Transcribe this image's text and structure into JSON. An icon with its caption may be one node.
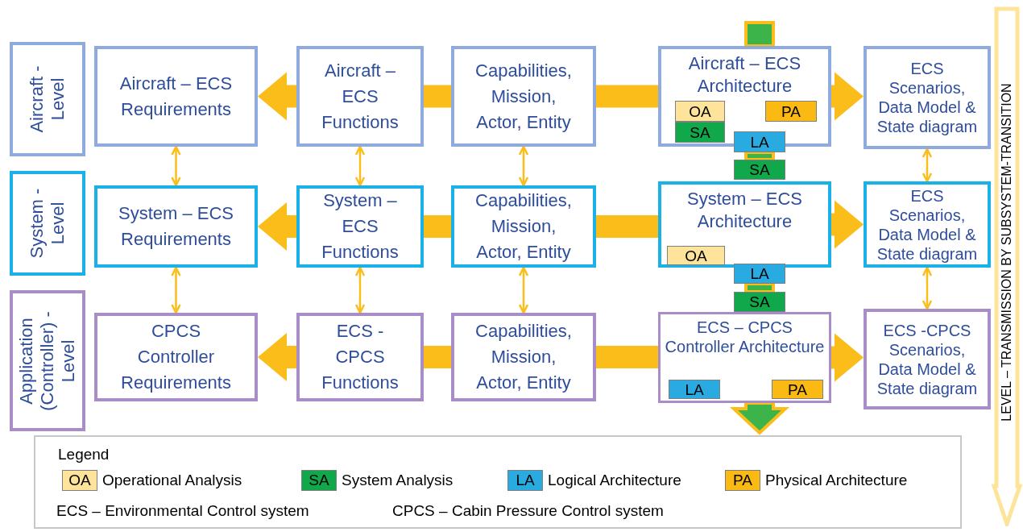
{
  "diagram": {
    "nodes": [
      {
        "text": [
          "Aircraft - Level"
        ]
      },
      {
        "text": [
          "Aircraft – ECS Requirements"
        ]
      },
      {
        "text": [
          "Aircraft – ECS Functions"
        ]
      },
      {
        "text": [
          "Capabilities, Mission, Actor, Entity"
        ]
      },
      {
        "text": [
          "Aircraft – ECS Architecture"
        ]
      },
      {
        "text": [
          "OA"
        ],
        "in": 4
      },
      {
        "text": [
          "PA"
        ],
        "in": 4
      },
      {
        "text": [
          "SA"
        ],
        "in": 4
      },
      {
        "text": [
          "LA"
        ]
      },
      {
        "text": [
          "ECS Scenarios, Data Model & State diagram"
        ]
      },
      {
        "text": [
          "LEVEL – TRANSMISSION BY SUBSYSTEM-TRANSITION"
        ]
      },
      {
        "text": [
          "SA"
        ]
      },
      {
        "text": [
          "System - Level"
        ]
      },
      {
        "text": [
          "System – ECS Requirements"
        ]
      },
      {
        "text": [
          "System – ECS Functions"
        ]
      },
      {
        "text": [
          "Capabilities, Mission, Actor, Entity"
        ]
      },
      {
        "text": [
          "System – ECS Architecture"
        ]
      },
      {
        "text": [
          "OA"
        ],
        "in": 16
      },
      {
        "text": [
          "LA"
        ]
      },
      {
        "text": [
          "ECS Scenarios, Data Model & State diagram"
        ]
      },
      {
        "text": [
          "SA"
        ]
      },
      {
        "text": [
          "Application (Controller) - Level"
        ]
      },
      {
        "text": [
          "CPCS Controller Requirements"
        ]
      },
      {
        "text": [
          "ECS - CPCS Functions"
        ]
      },
      {
        "text": [
          "Capabilities, Mission, Actor, Entity"
        ]
      },
      {
        "text": [
          "ECS – CPCS Controller Architecture"
        ]
      },
      {
        "text": [
          "LA"
        ],
        "in": 25
      },
      {
        "text": [
          "PA"
        ],
        "in": 25
      },
      {
        "text": [
          "ECS -CPCS Scenarios, Data Model & State diagram"
        ]
      }
    ],
    "edges": [
      {
        "from": 4,
        "to": 3,
        "arrow": "none",
        "style": "thick"
      },
      {
        "from": 3,
        "to": 2,
        "arrow": "none",
        "style": "thick"
      },
      {
        "from": 2,
        "to": 1,
        "arrow": "to",
        "style": "thick"
      },
      {
        "from": 4,
        "to": 9,
        "arrow": "to",
        "style": "thick"
      },
      {
        "from": 16,
        "to": 15,
        "arrow": "none",
        "style": "thick"
      },
      {
        "from": 15,
        "to": 14,
        "arrow": "none",
        "style": "thick"
      },
      {
        "from": 14,
        "to": 13,
        "arrow": "to",
        "style": "thick"
      },
      {
        "from": 16,
        "to": 19,
        "arrow": "to",
        "style": "thick"
      },
      {
        "from": 25,
        "to": 24,
        "arrow": "none",
        "style": "thick"
      },
      {
        "from": 24,
        "to": 23,
        "arrow": "none",
        "style": "thick"
      },
      {
        "from": 23,
        "to": 22,
        "arrow": "to",
        "style": "thick"
      },
      {
        "from": 25,
        "to": 28,
        "arrow": "to",
        "style": "thick"
      },
      {
        "from": 1,
        "to": 13,
        "arrow": "both"
      },
      {
        "from": 2,
        "to": 14,
        "arrow": "both"
      },
      {
        "from": 3,
        "to": 15,
        "arrow": "both"
      },
      {
        "from": 9,
        "to": 19,
        "arrow": "both"
      },
      {
        "from": 13,
        "to": 22,
        "arrow": "both"
      },
      {
        "from": 14,
        "to": 23,
        "arrow": "both"
      },
      {
        "from": 15,
        "to": 24,
        "arrow": "both"
      },
      {
        "from": 19,
        "to": 28,
        "arrow": "both"
      },
      {
        "from": null,
        "to": 4,
        "arrow": "none",
        "style": "thick",
        "color": "#3cb44a"
      },
      {
        "from": 8,
        "to": 11,
        "arrow": "none",
        "style": "thick",
        "color": "#3cb44a"
      },
      {
        "from": 18,
        "to": 20,
        "arrow": "none",
        "style": "thick",
        "color": "#3cb44a"
      },
      {
        "from": 25,
        "to": null,
        "arrow": "to",
        "style": "thick",
        "color": "#3cb44a"
      }
    ],
    "labels": [
      "Legend",
      "OA",
      "SA",
      "LA",
      "PA",
      "ECS – Environmental Control system",
      "CPCS – Cabin Pressure Control system"
    ],
    "legend": [
      {
        "text": "Operational Analysis",
        "color": "#fde49a"
      },
      {
        "text": "System Analysis",
        "color": "#10a84a"
      },
      {
        "text": "Logical Architecture",
        "color": "#29abe2"
      },
      {
        "text": "Physical Architecture",
        "color": "#fbb913"
      }
    ]
  }
}
